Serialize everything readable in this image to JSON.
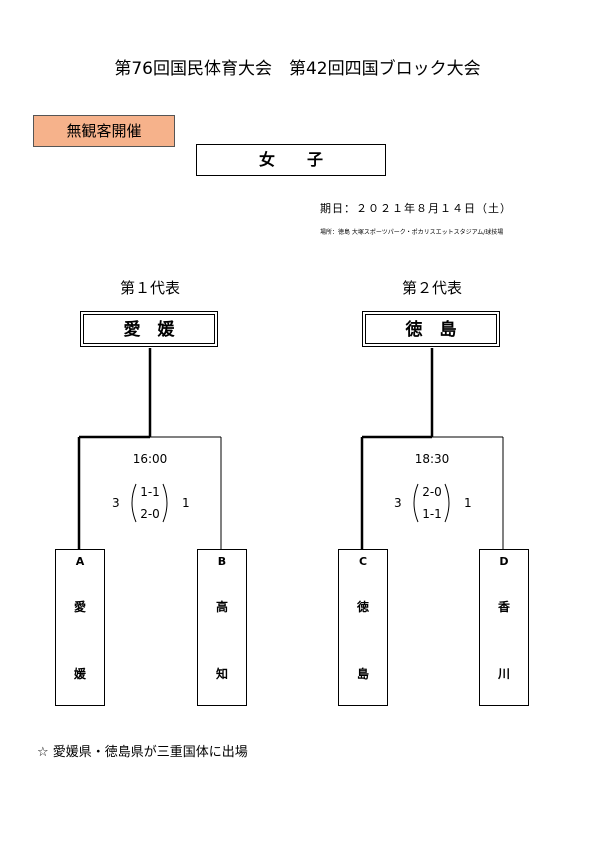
{
  "header": {
    "title": "第76回国民体育大会　第42回四国ブロック大会",
    "no_spectators": "無観客開催",
    "category": "女　　子",
    "date": "期日：２０２１年８月１４日（土）",
    "venue": "場所：徳島 大塚スポーツパーク・ポカリスエットスタジアム/球技場"
  },
  "brackets": [
    {
      "rep_label": "第１代表",
      "winner": "愛　媛",
      "time": "16:00",
      "left_score": "3",
      "right_score": "1",
      "half1": "1-1",
      "half2": "2-0",
      "left_team": {
        "letter": "A",
        "char1": "愛",
        "char2": "媛"
      },
      "right_team": {
        "letter": "B",
        "char1": "高",
        "char2": "知"
      }
    },
    {
      "rep_label": "第２代表",
      "winner": "徳　島",
      "time": "18:30",
      "left_score": "3",
      "right_score": "1",
      "half1": "2-0",
      "half2": "1-1",
      "left_team": {
        "letter": "C",
        "char1": "徳",
        "char2": "島"
      },
      "right_team": {
        "letter": "D",
        "char1": "香",
        "char2": "川"
      }
    }
  ],
  "footnote": "☆ 愛媛県・徳島県が三重国体に出場"
}
